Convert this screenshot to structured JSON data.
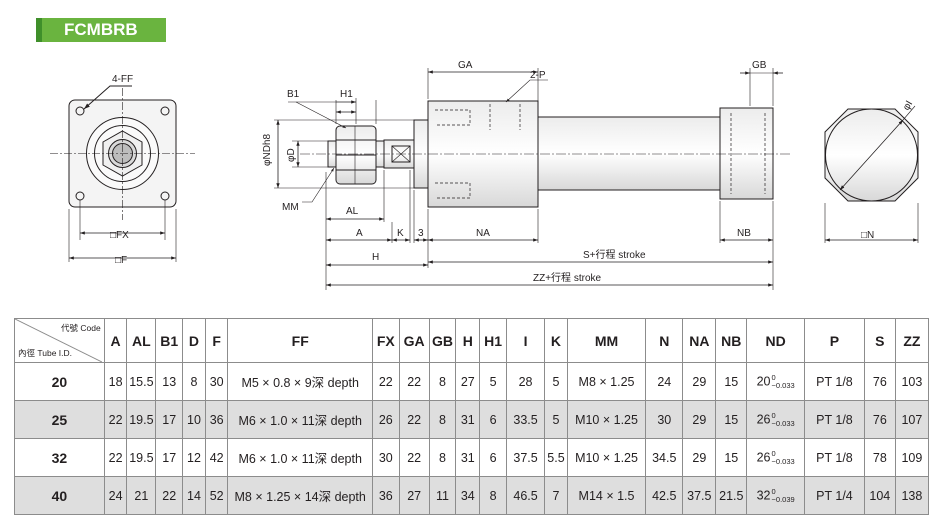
{
  "model": "FCMBRB",
  "drawing_labels": {
    "ff": "4-FF",
    "fx": "□FX",
    "f": "□F",
    "b1": "B1",
    "h1": "H1",
    "nd": "φNDh8",
    "d": "φD",
    "mm": "MM",
    "al": "AL",
    "a": "A",
    "k": "K",
    "three": "3",
    "na": "NA",
    "h": "H",
    "s_stroke": "S+行程 stroke",
    "zz_stroke": "ZZ+行程 stroke",
    "ga": "GA",
    "p": "2-P",
    "gb": "GB",
    "nb": "NB",
    "n": "□N",
    "i": "φI"
  },
  "table": {
    "corner_code": "代號 Code",
    "corner_tube": "內徑 Tube I.D.",
    "columns": [
      "A",
      "AL",
      "B1",
      "D",
      "F",
      "FF",
      "FX",
      "GA",
      "GB",
      "H",
      "H1",
      "I",
      "K",
      "MM",
      "N",
      "NA",
      "NB",
      "ND",
      "P",
      "S",
      "ZZ"
    ],
    "rows": [
      {
        "tube": "20",
        "A": "18",
        "AL": "15.5",
        "B1": "13",
        "D": "8",
        "F": "30",
        "FF": "M5 × 0.8 × 9深 depth",
        "FX": "22",
        "GA": "22",
        "GB": "8",
        "H": "27",
        "H1": "5",
        "I": "28",
        "K": "5",
        "MM": "M8 × 1.25",
        "N": "24",
        "NA": "29",
        "NB": "15",
        "ND": "20",
        "ND_tol_upper": "0",
        "ND_tol_lower": "−0.033",
        "P": "PT 1/8",
        "S": "76",
        "ZZ": "103"
      },
      {
        "tube": "25",
        "A": "22",
        "AL": "19.5",
        "B1": "17",
        "D": "10",
        "F": "36",
        "FF": "M6 × 1.0 × 11深 depth",
        "FX": "26",
        "GA": "22",
        "GB": "8",
        "H": "31",
        "H1": "6",
        "I": "33.5",
        "K": "5",
        "MM": "M10 × 1.25",
        "N": "30",
        "NA": "29",
        "NB": "15",
        "ND": "26",
        "ND_tol_upper": "0",
        "ND_tol_lower": "−0.033",
        "P": "PT 1/8",
        "S": "76",
        "ZZ": "107"
      },
      {
        "tube": "32",
        "A": "22",
        "AL": "19.5",
        "B1": "17",
        "D": "12",
        "F": "42",
        "FF": "M6 × 1.0 × 11深 depth",
        "FX": "30",
        "GA": "22",
        "GB": "8",
        "H": "31",
        "H1": "6",
        "I": "37.5",
        "K": "5.5",
        "MM": "M10 × 1.25",
        "N": "34.5",
        "NA": "29",
        "NB": "15",
        "ND": "26",
        "ND_tol_upper": "0",
        "ND_tol_lower": "−0.033",
        "P": "PT 1/8",
        "S": "78",
        "ZZ": "109"
      },
      {
        "tube": "40",
        "A": "24",
        "AL": "21",
        "B1": "22",
        "D": "14",
        "F": "52",
        "FF": "M8 × 1.25 × 14深 depth",
        "FX": "36",
        "GA": "27",
        "GB": "11",
        "H": "34",
        "H1": "8",
        "I": "46.5",
        "K": "7",
        "MM": "M14 × 1.5",
        "N": "42.5",
        "NA": "37.5",
        "NB": "21.5",
        "ND": "32",
        "ND_tol_upper": "0",
        "ND_tol_lower": "−0.039",
        "P": "PT 1/4",
        "S": "104",
        "ZZ": "138"
      }
    ]
  }
}
